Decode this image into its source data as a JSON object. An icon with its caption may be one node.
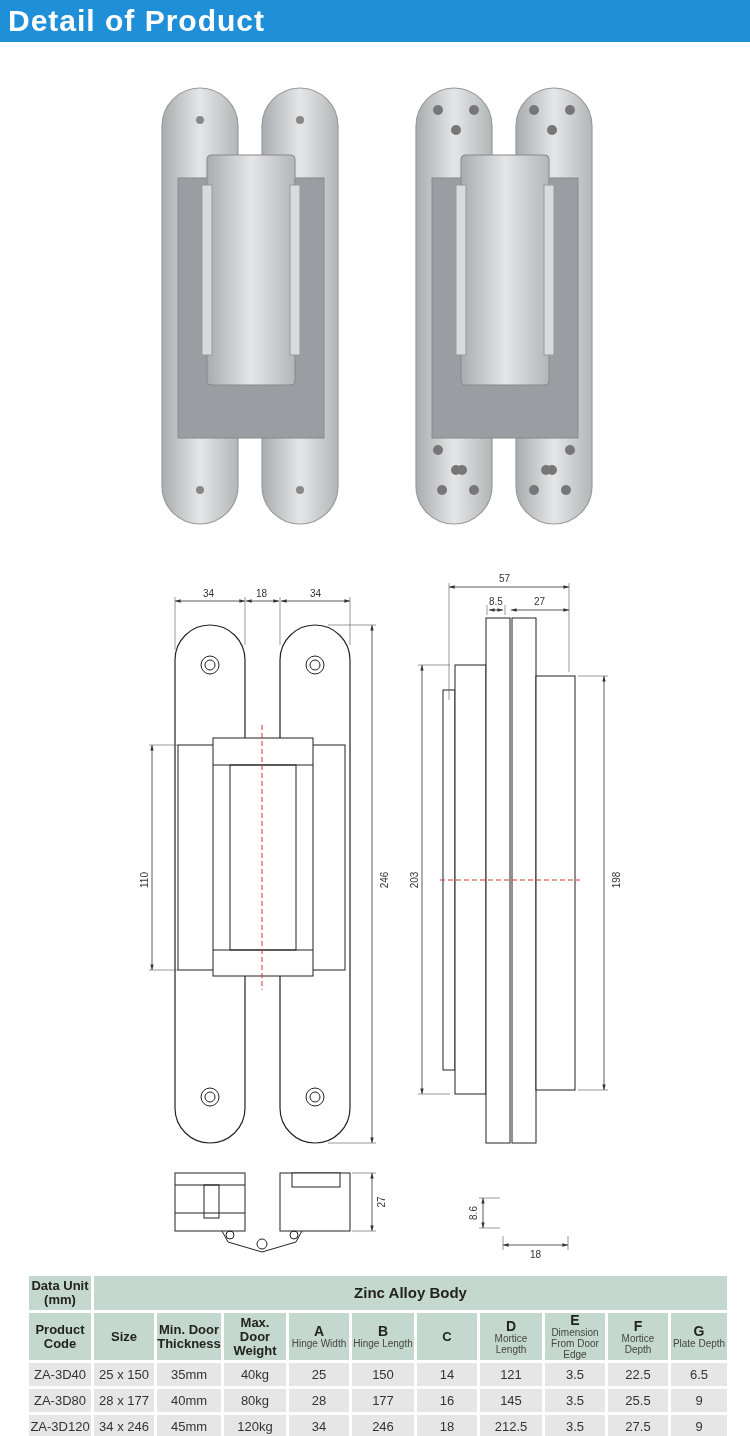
{
  "diagram": {
    "title": "Detail of Product",
    "labels": [
      "34",
      "18",
      "34",
      "110",
      "246",
      "57",
      "8.5",
      "27",
      "203",
      "198",
      "27",
      "8.6",
      "18",
      "Data Unit (mm)",
      "Zinc Alloy Body",
      "Product Code",
      "Size",
      "Min. Door Thickness",
      "Max. Door Weight",
      "A",
      "Hinge Width",
      "B",
      "Hinge Length",
      "C",
      "D",
      "Mortice Length",
      "E",
      "Dimension From Door Edge",
      "F",
      "Mortice Depth",
      "G",
      "Plate Depth",
      "ZA-3D40",
      "25 x 150",
      "35mm",
      "40kg",
      "25",
      "150",
      "14",
      "121",
      "3.5",
      "22.5",
      "6.5",
      "ZA-3D80",
      "28 x 177",
      "40mm",
      "80kg",
      "28",
      "177",
      "16",
      "145",
      "3.5",
      "25.5",
      "9",
      "ZA-3D120",
      "34 x 246",
      "45mm",
      "120kg",
      "34",
      "246",
      "18",
      "212.5",
      "3.5",
      "27.5",
      "9"
    ]
  }
}
